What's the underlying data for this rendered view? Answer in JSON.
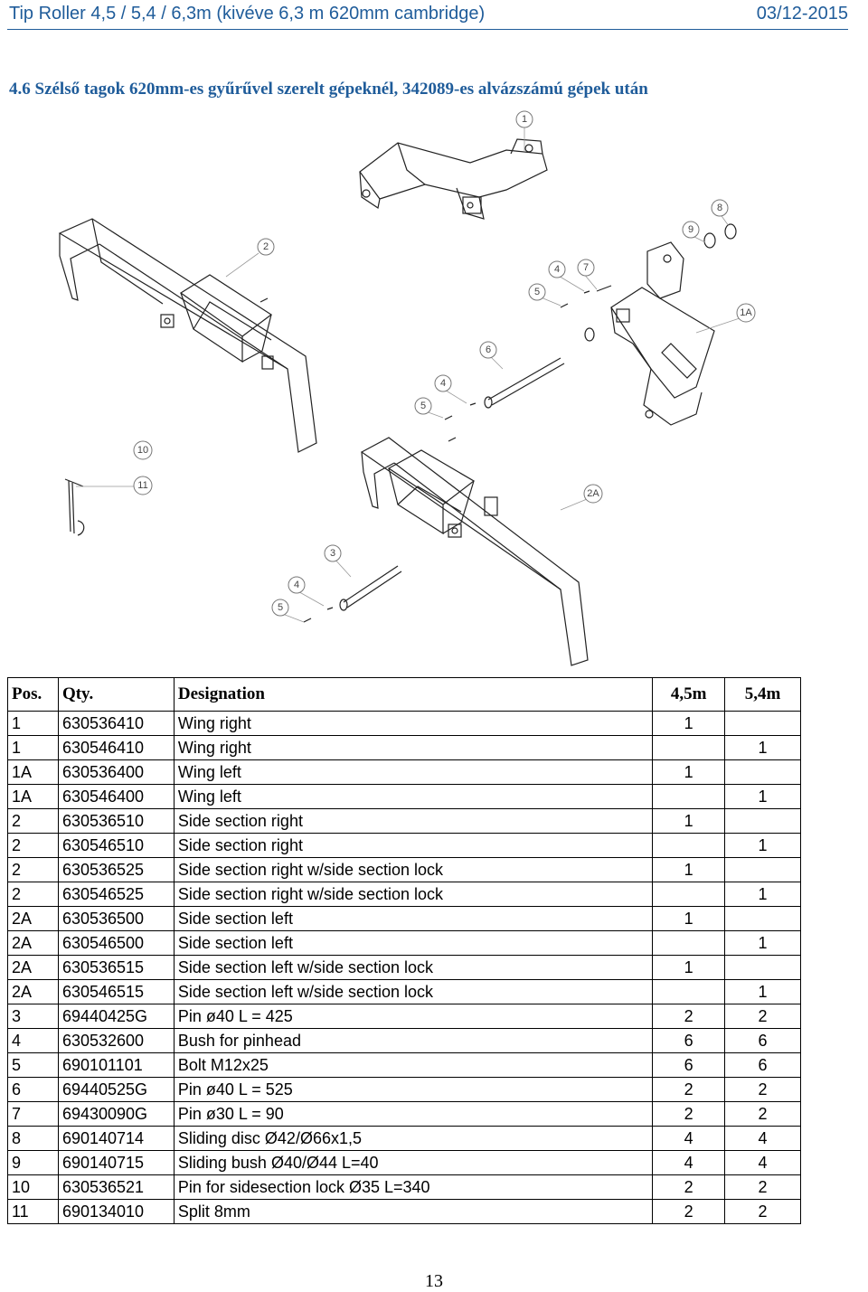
{
  "header": {
    "title": "Tip Roller 4,5 / 5,4 / 6,3m (kivéve 6,3 m 620mm cambridge)",
    "date": "03/12-2015"
  },
  "section_title": "4.6 Szélső tagok 620mm-es gyűrűvel szerelt gépeknél, 342089-es alvázszámú gépek után",
  "colors": {
    "header": "#1f5c9a",
    "drawing": "#222222"
  },
  "callouts": {
    "c1": "1",
    "c1a": "1A",
    "c2": "2",
    "c2a": "2A",
    "c3": "3",
    "c4a": "4",
    "c4b": "4",
    "c4c": "4",
    "c5a": "5",
    "c5b": "5",
    "c5c": "5",
    "c6": "6",
    "c7": "7",
    "c8": "8",
    "c9": "9",
    "c10": "10",
    "c11": "11"
  },
  "table": {
    "headers": [
      "Pos.",
      "Qty.",
      "Designation",
      "4,5m",
      "5,4m"
    ],
    "rows": [
      [
        "1",
        "630536410",
        "Wing right",
        "1",
        ""
      ],
      [
        "1",
        "630546410",
        "Wing right",
        "",
        "1"
      ],
      [
        "1A",
        "630536400",
        "Wing left",
        "1",
        ""
      ],
      [
        "1A",
        "630546400",
        "Wing left",
        "",
        "1"
      ],
      [
        "2",
        "630536510",
        "Side section right",
        "1",
        ""
      ],
      [
        "2",
        "630546510",
        "Side section right",
        "",
        "1"
      ],
      [
        "2",
        "630536525",
        "Side section right w/side section lock",
        "1",
        ""
      ],
      [
        "2",
        "630546525",
        "Side section right w/side section lock",
        "",
        "1"
      ],
      [
        "2A",
        "630536500",
        "Side section left",
        "1",
        ""
      ],
      [
        "2A",
        "630546500",
        "Side section left",
        "",
        "1"
      ],
      [
        "2A",
        "630536515",
        "Side section left w/side section lock",
        "1",
        ""
      ],
      [
        "2A",
        "630546515",
        "Side section left w/side section lock",
        "",
        "1"
      ],
      [
        "3",
        "69440425G",
        "Pin ø40  L = 425",
        "2",
        "2"
      ],
      [
        "4",
        "630532600",
        "Bush for pinhead",
        "6",
        "6"
      ],
      [
        "5",
        "690101101",
        "Bolt M12x25",
        "6",
        "6"
      ],
      [
        "6",
        "69440525G",
        "Pin ø40  L = 525",
        "2",
        "2"
      ],
      [
        "7",
        "69430090G",
        "Pin ø30  L = 90",
        "2",
        "2"
      ],
      [
        "8",
        "690140714",
        "Sliding disc Ø42/Ø66x1,5",
        "4",
        "4"
      ],
      [
        "9",
        "690140715",
        "Sliding bush Ø40/Ø44  L=40",
        "4",
        "4"
      ],
      [
        "10",
        "630536521",
        "Pin for sidesection lock Ø35 L=340",
        "2",
        "2"
      ],
      [
        "11",
        "690134010",
        "Split  8mm",
        "2",
        "2"
      ]
    ]
  },
  "page_number": "13"
}
